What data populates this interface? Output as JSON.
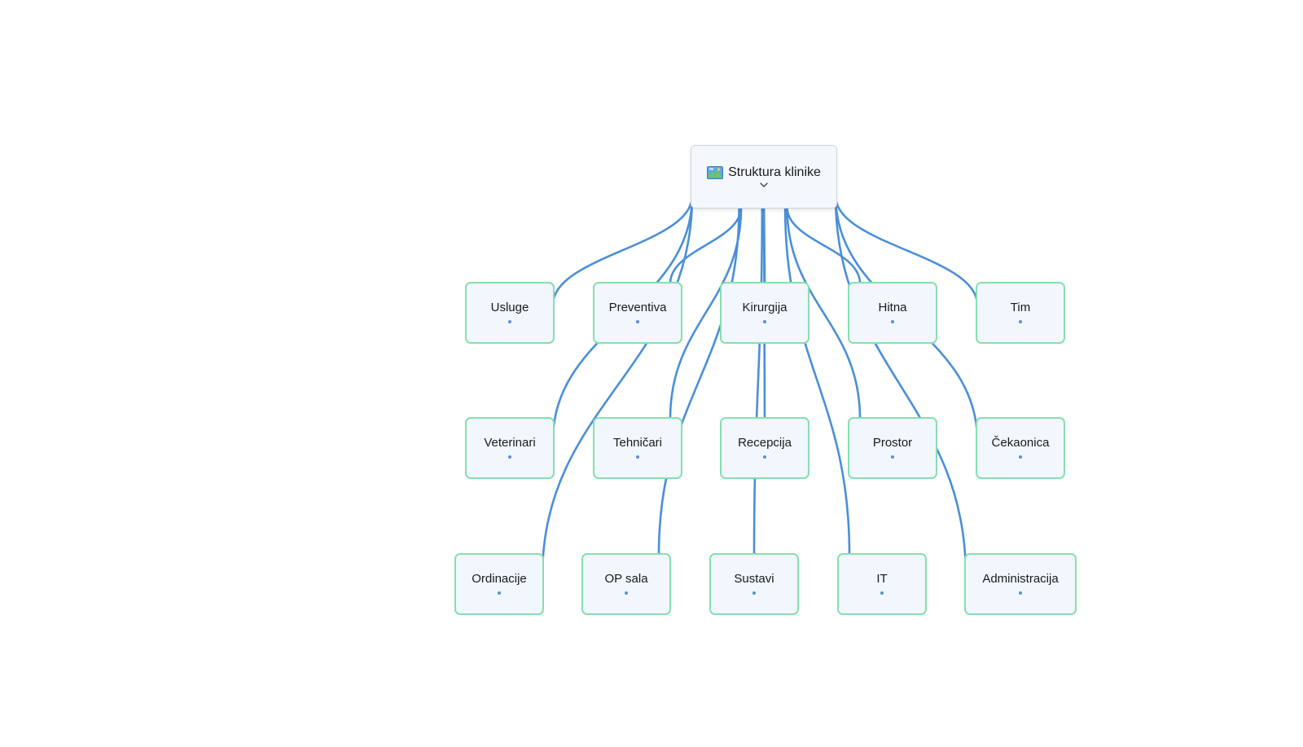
{
  "diagram": {
    "root": {
      "title": "Struktura klinike",
      "icon": "map-icon"
    },
    "nodes": [
      {
        "id": "usluge",
        "label": "Usluge"
      },
      {
        "id": "preventiva",
        "label": "Preventiva"
      },
      {
        "id": "kirurgija",
        "label": "Kirurgija"
      },
      {
        "id": "hitna",
        "label": "Hitna"
      },
      {
        "id": "tim",
        "label": "Tim"
      },
      {
        "id": "veterinari",
        "label": "Veterinari"
      },
      {
        "id": "tehnicari",
        "label": "Tehničari"
      },
      {
        "id": "recepcija",
        "label": "Recepcija"
      },
      {
        "id": "prostor",
        "label": "Prostor"
      },
      {
        "id": "cekaonica",
        "label": "Čekaonica"
      },
      {
        "id": "ordinacije",
        "label": "Ordinacije"
      },
      {
        "id": "op-sala",
        "label": "OP sala"
      },
      {
        "id": "sustavi",
        "label": "Sustavi"
      },
      {
        "id": "it",
        "label": "IT"
      },
      {
        "id": "administracija",
        "label": "Administracija"
      }
    ],
    "edges": [
      [
        "root",
        "usluge"
      ],
      [
        "root",
        "preventiva"
      ],
      [
        "root",
        "kirurgija"
      ],
      [
        "root",
        "hitna"
      ],
      [
        "root",
        "tim"
      ],
      [
        "root",
        "veterinari"
      ],
      [
        "root",
        "tehnicari"
      ],
      [
        "root",
        "recepcija"
      ],
      [
        "root",
        "prostor"
      ],
      [
        "root",
        "cekaonica"
      ],
      [
        "root",
        "ordinacije"
      ],
      [
        "root",
        "op-sala"
      ],
      [
        "root",
        "sustavi"
      ],
      [
        "root",
        "it"
      ],
      [
        "root",
        "administracija"
      ]
    ],
    "colors": {
      "edge": "#4a8fd8",
      "node_border": "#86dfae",
      "node_fill": "#f1f7fc"
    }
  }
}
